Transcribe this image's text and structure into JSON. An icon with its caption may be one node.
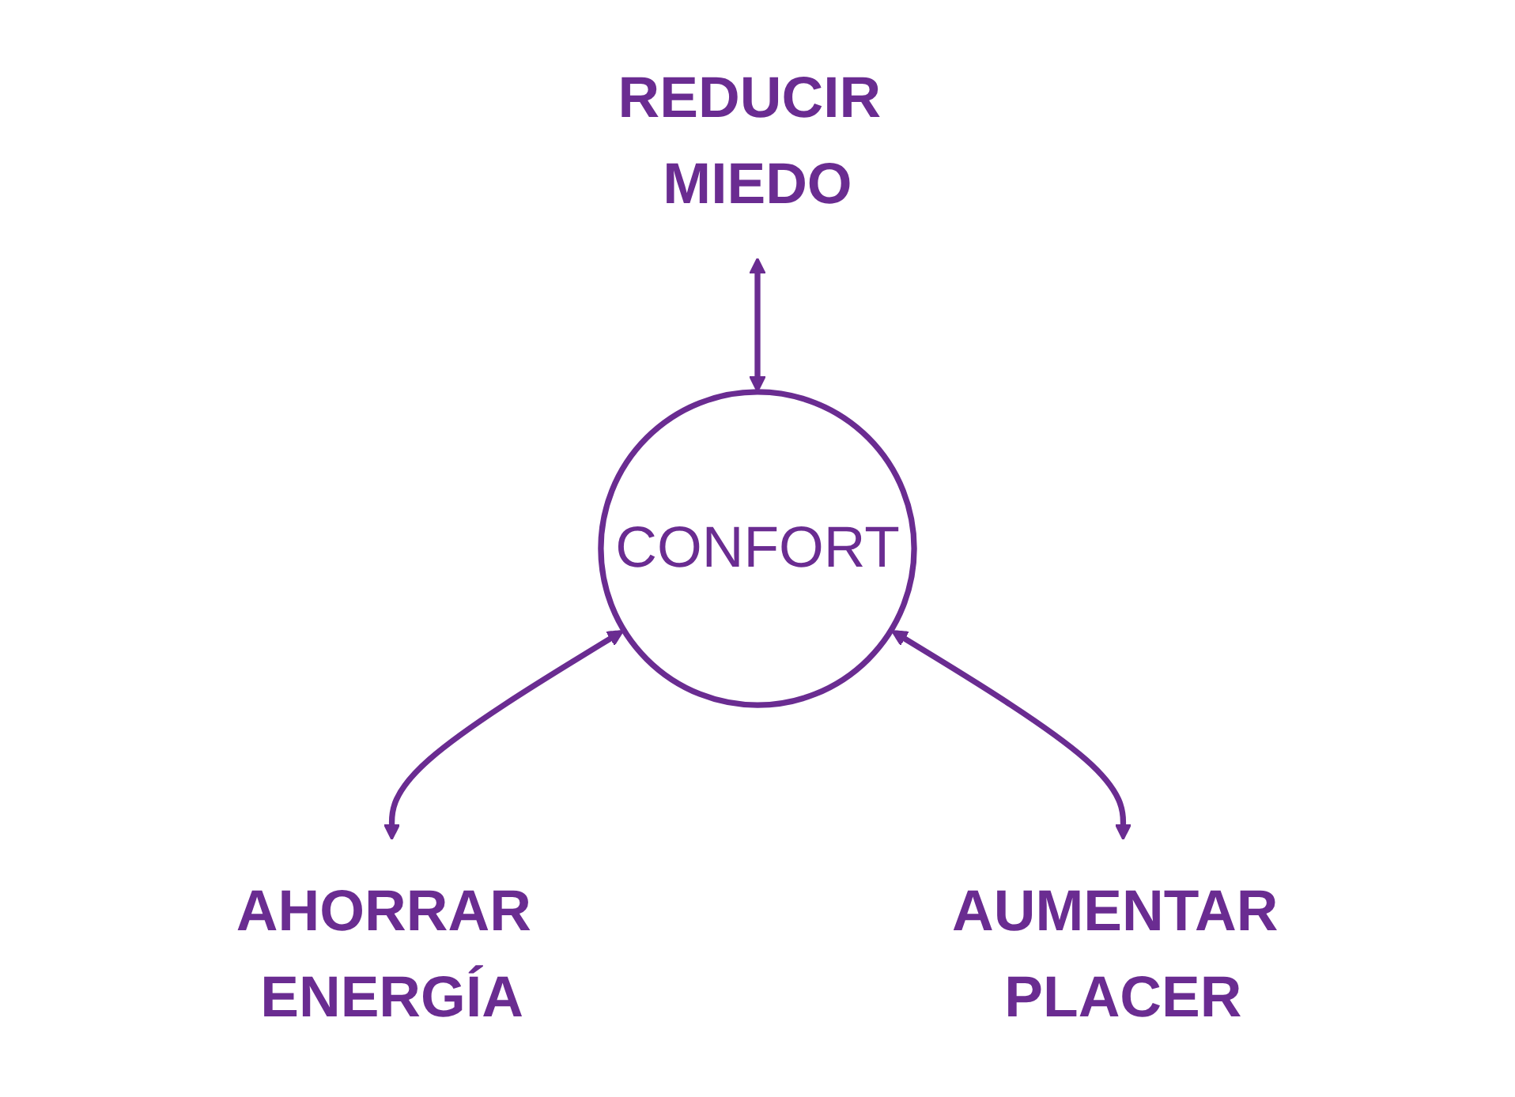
{
  "diagram": {
    "nodes": [
      {
        "text": [
          "CONFORT"
        ]
      },
      {
        "text": [
          "REDUCIR MIEDO"
        ]
      },
      {
        "text": [
          "AHORRAR ENERGÍA"
        ]
      },
      {
        "text": [
          "AUMENTAR PLACER"
        ]
      }
    ],
    "edges": [
      {
        "from": 1,
        "to": 0,
        "arrow": "both"
      },
      {
        "from": 0,
        "to": 2,
        "arrow": "both"
      },
      {
        "from": 0,
        "to": 3,
        "arrow": "both"
      }
    ]
  }
}
